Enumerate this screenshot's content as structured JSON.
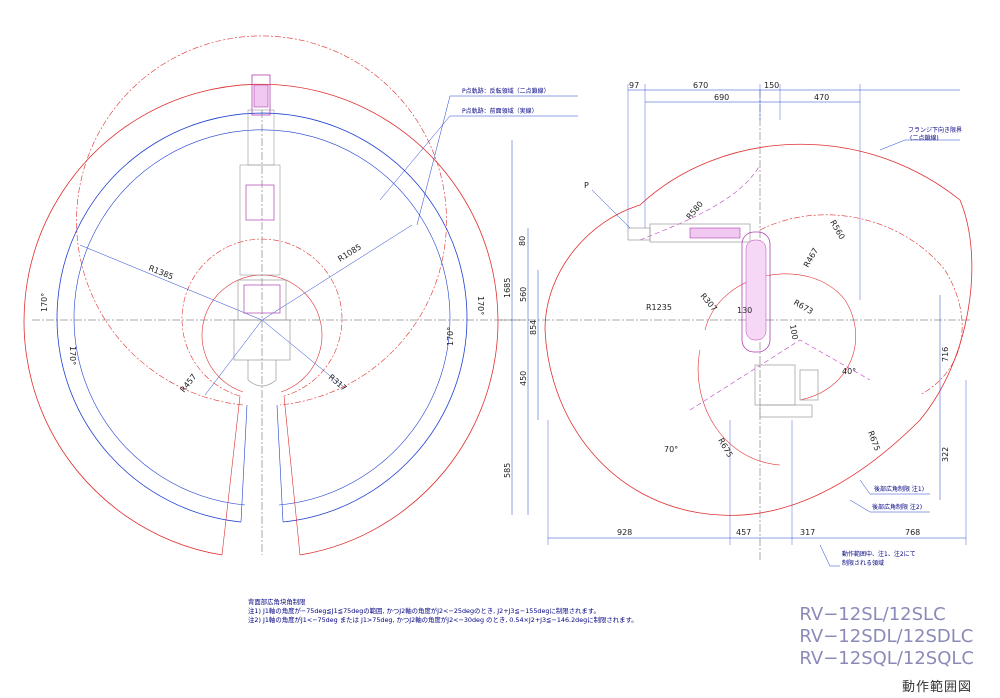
{
  "notes": {
    "heading": "背面部広角块角制限",
    "note1": "注1) J1軸の角度が−75deg≦J1≦75degの範囲, かつJ2軸の角度がJ2<−25degのとき, J2+J3≦−155degに制限されます。",
    "note2": "注2) J1軸の角度がJ1<−75deg または J1>75deg, かつJ2軸の角度がJ2<−30deg のとき, 0.54×J2+J3≦−146.2degに制限されます。"
  },
  "models": [
    "RV−12SL/12SLC",
    "RV−12SDL/12SDLC",
    "RV−12SQL/12SQLC"
  ],
  "sheet_title": "動作範囲図",
  "top_view": {
    "leader_dashed": "P点軌跡：反転領域（二点鎖線）",
    "leader_solid": "P点軌跡：前面領域（実線）",
    "radii": [
      "R1385",
      "R1085",
      "R457",
      "R317"
    ],
    "angles": [
      "170°",
      "170°",
      "170°",
      "170°"
    ]
  },
  "side_view": {
    "point_label": "P",
    "flange_note": "フランジ下向き限界",
    "flange_note2": "(二点鎖線)",
    "top_dims": [
      "97",
      "670",
      "150",
      "470",
      "690"
    ],
    "left_dims": [
      "80",
      "1685",
      "560",
      "854",
      "450",
      "585"
    ],
    "bottom_dims": [
      "928",
      "457",
      "317",
      "768"
    ],
    "right_dims": [
      "716",
      "322"
    ],
    "radii": [
      "R580",
      "R1235",
      "R467",
      "R560",
      "R307",
      "R673",
      "R675",
      "R675",
      "130",
      "100"
    ],
    "angles": [
      "70°",
      "40°"
    ],
    "rear_limit_1": "後部広角制限 注1)",
    "rear_limit_2": "後部広角制限 注2)",
    "restricted_area": "動作範囲中、注1、注2にて",
    "restricted_area2": "制限される領域"
  }
}
